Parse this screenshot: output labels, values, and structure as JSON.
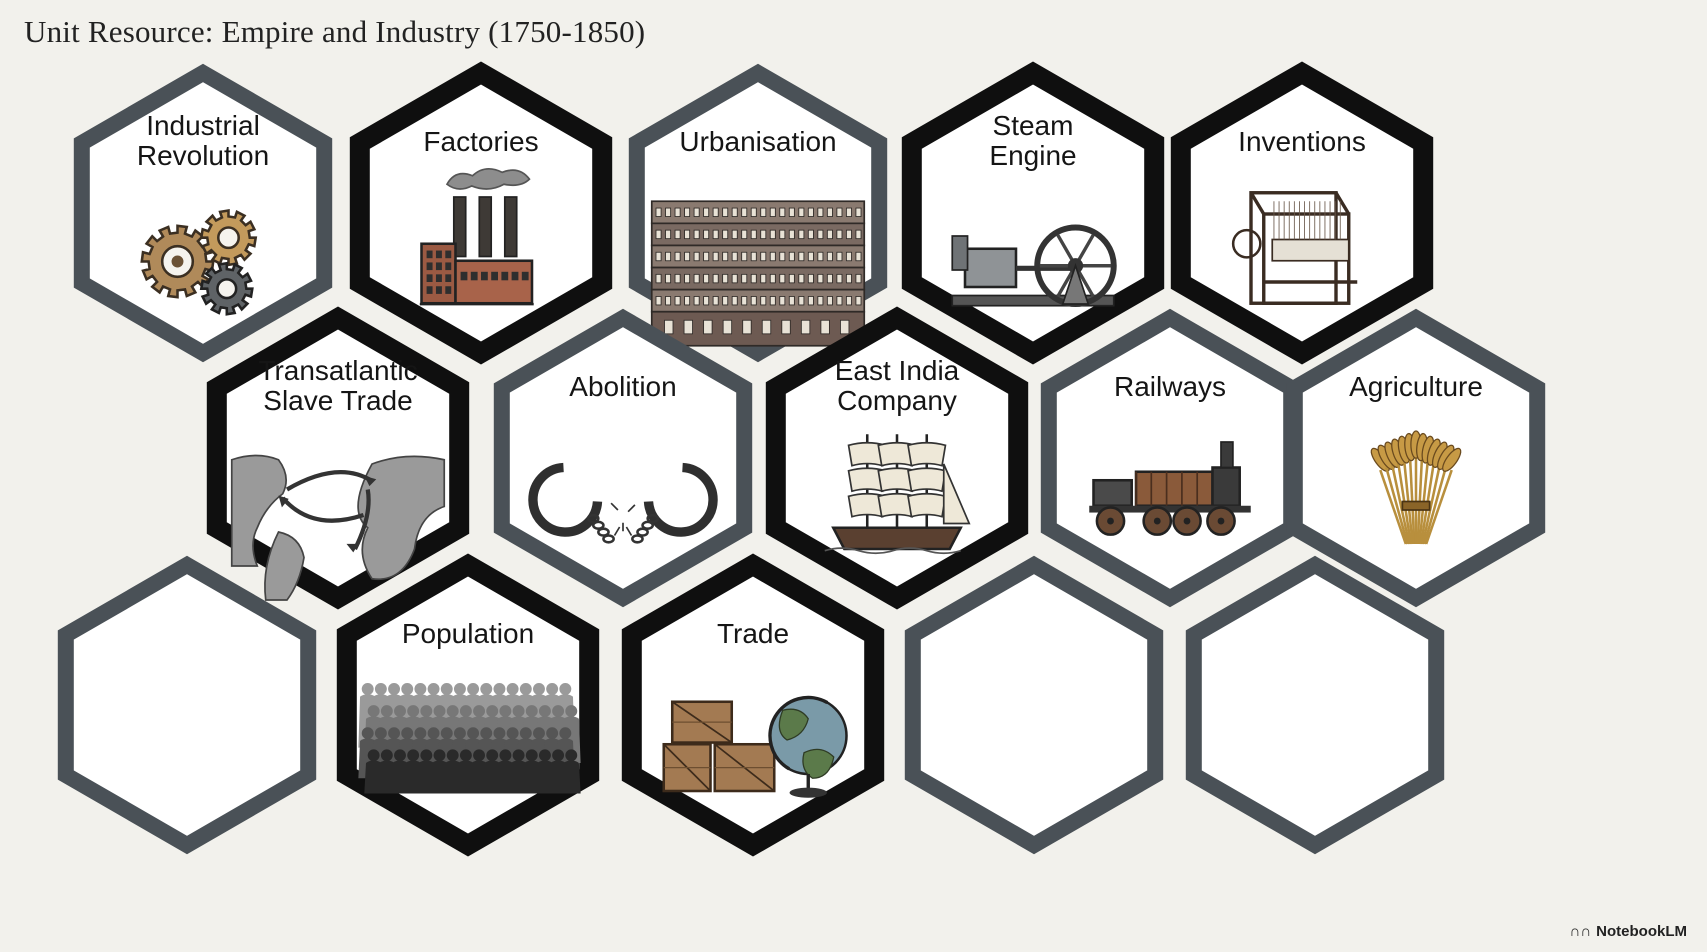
{
  "title": "Unit Resource: Empire and Industry (1750-1850)",
  "brand": "NotebookLM",
  "colors": {
    "background": "#f2f1ec",
    "border_dark": "#0f0f0f",
    "border_slate": "#4a5157",
    "cell_fill": "#ffffff"
  },
  "tiles": [
    {
      "label": [
        "Industrial",
        "Revolution"
      ],
      "icon": "gears-icon",
      "border": "slate"
    },
    {
      "label": [
        "Factories"
      ],
      "icon": "factory-icon",
      "border": "dark"
    },
    {
      "label": [
        "Urbanisation"
      ],
      "icon": "terraced-houses-icon",
      "border": "slate"
    },
    {
      "label": [
        "Steam",
        "Engine"
      ],
      "icon": "steam-engine-icon",
      "border": "dark"
    },
    {
      "label": [
        "Inventions"
      ],
      "icon": "loom-icon",
      "border": "dark"
    },
    {
      "label": [
        "Transatlantic",
        "Slave Trade"
      ],
      "icon": "world-map-icon",
      "border": "dark"
    },
    {
      "label": [
        "Abolition"
      ],
      "icon": "broken-shackles-icon",
      "border": "slate"
    },
    {
      "label": [
        "East India",
        "Company"
      ],
      "icon": "sailing-ship-icon",
      "border": "dark"
    },
    {
      "label": [
        "Railways"
      ],
      "icon": "steam-locomotive-icon",
      "border": "slate"
    },
    {
      "label": [
        "Agriculture"
      ],
      "icon": "wheat-sheaf-icon",
      "border": "slate"
    },
    {
      "label": [],
      "icon": "",
      "border": "slate"
    },
    {
      "label": [
        "Population"
      ],
      "icon": "crowd-icon",
      "border": "dark"
    },
    {
      "label": [
        "Trade"
      ],
      "icon": "crates-and-globe-icon",
      "border": "dark"
    },
    {
      "label": [],
      "icon": "",
      "border": "slate"
    },
    {
      "label": [],
      "icon": "",
      "border": "slate"
    }
  ]
}
